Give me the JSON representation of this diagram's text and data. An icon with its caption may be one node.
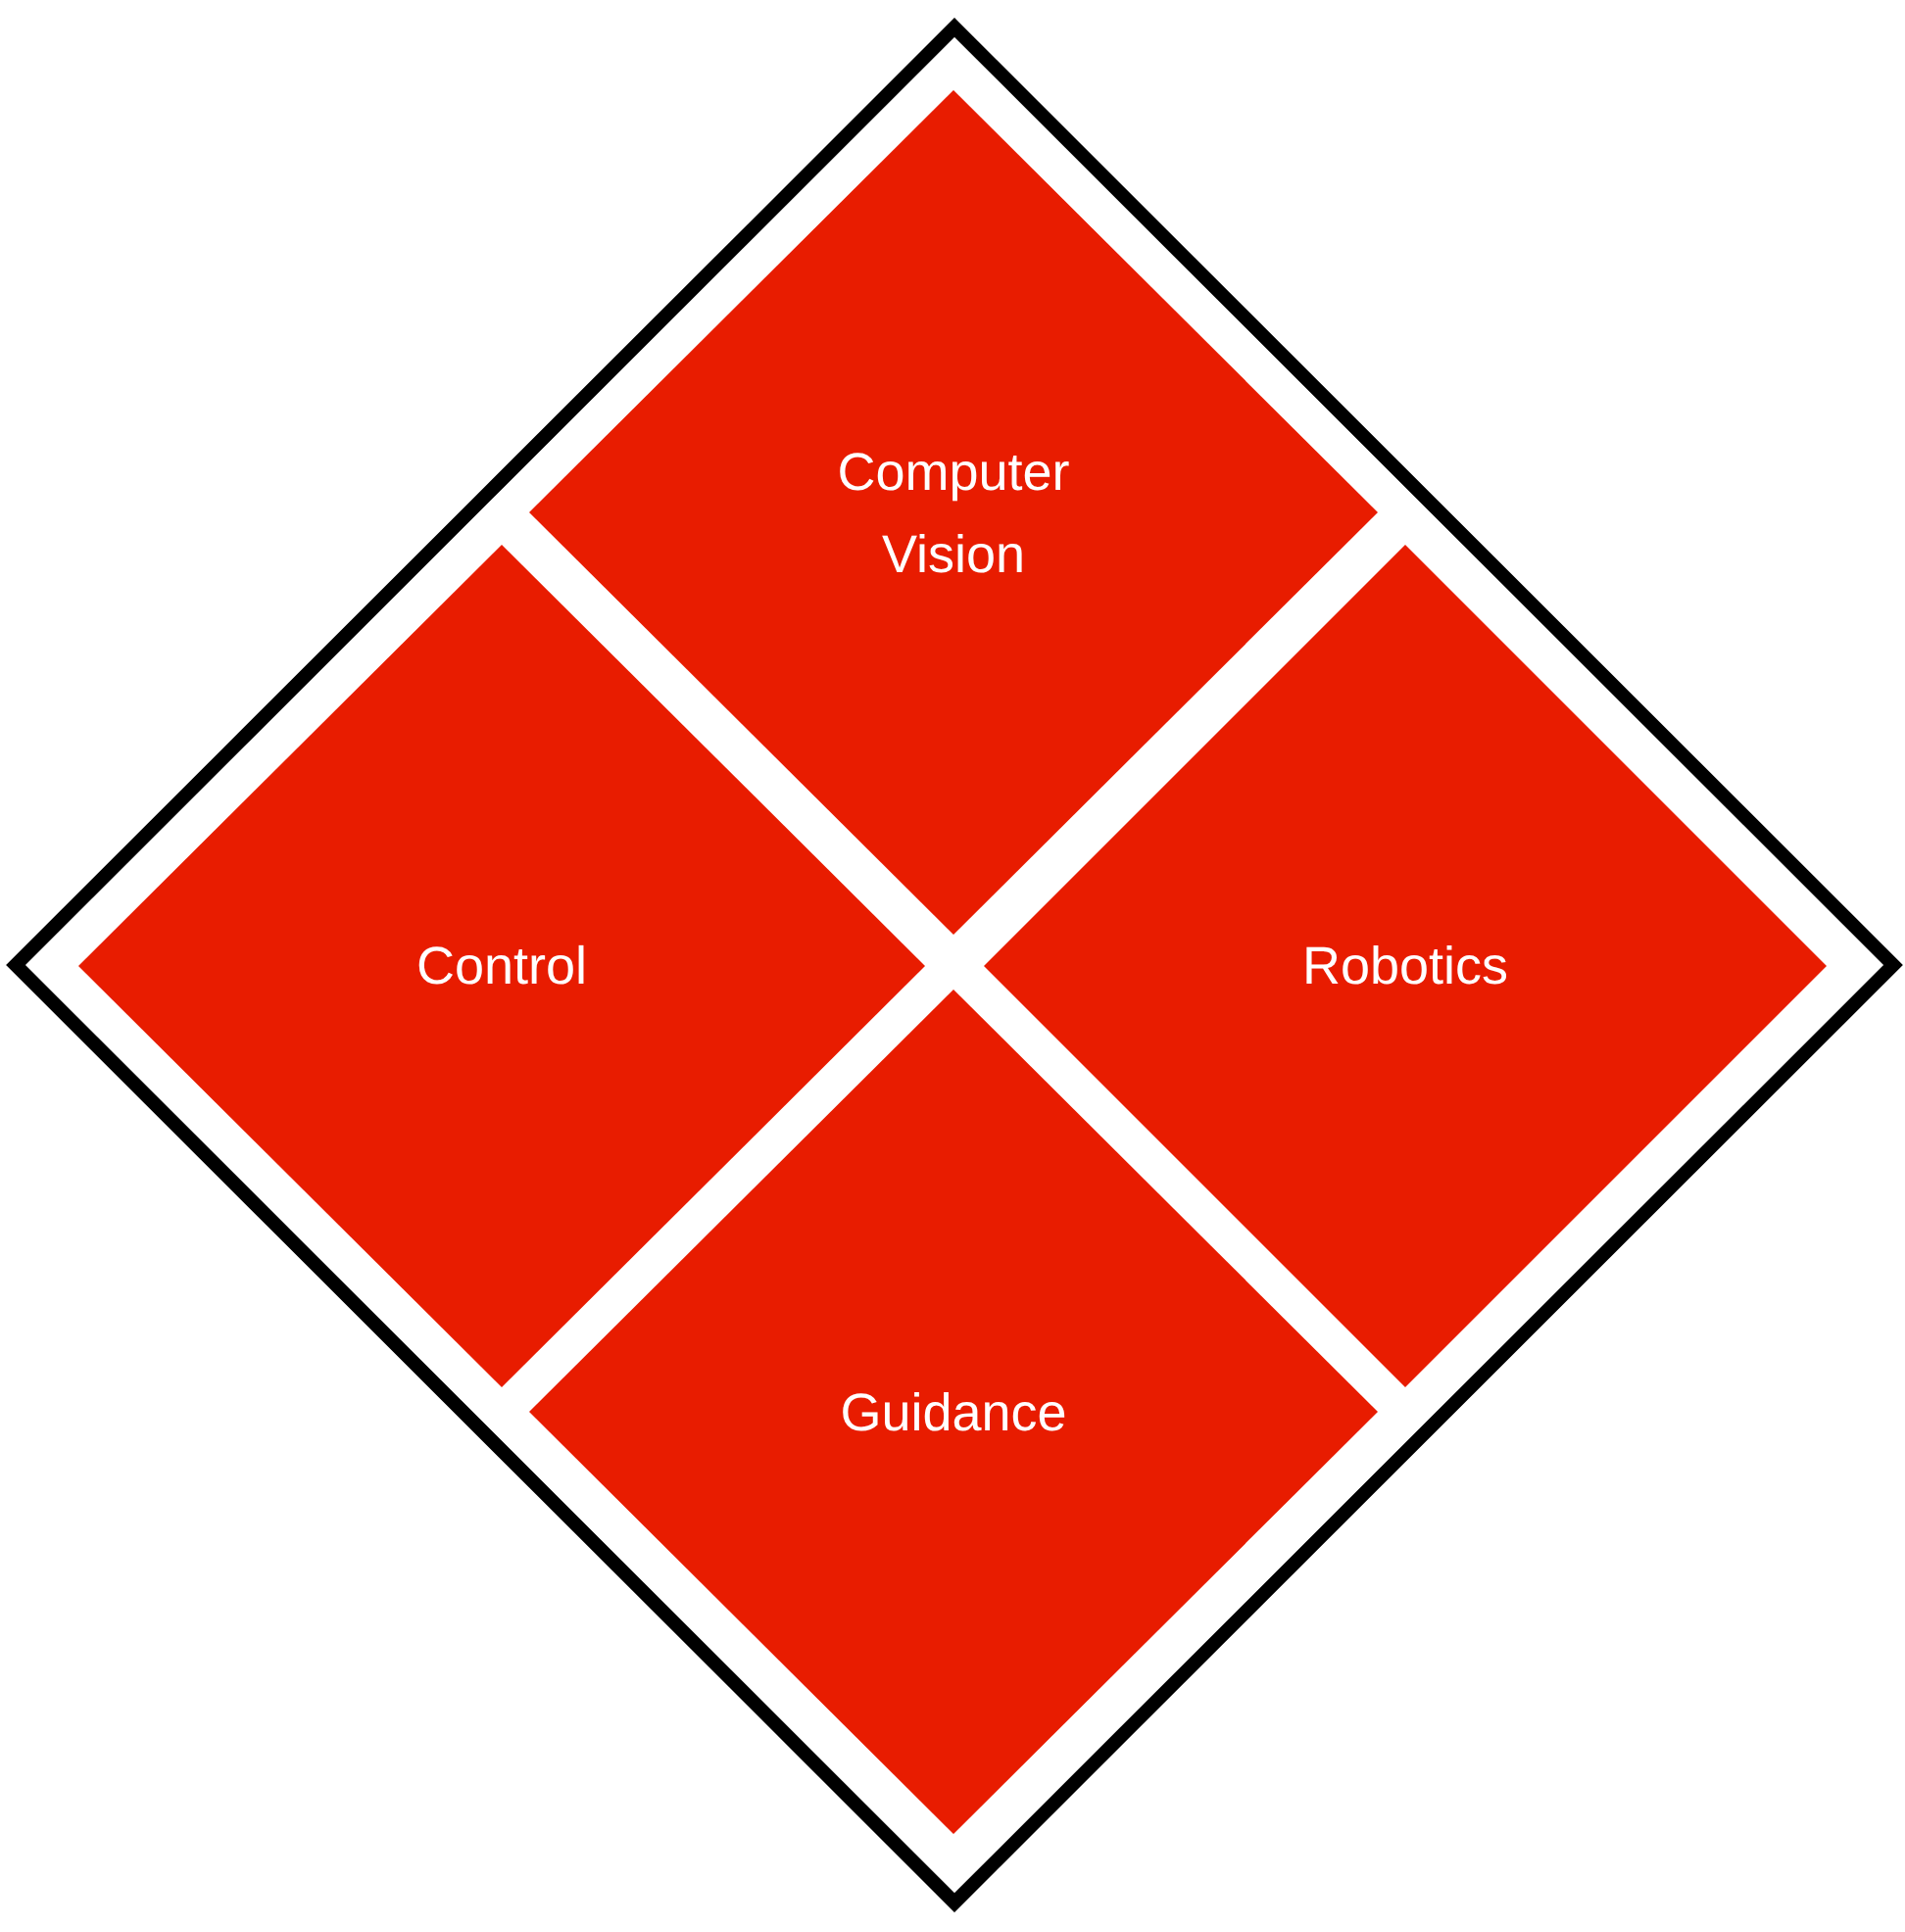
{
  "diagram": {
    "nodes": [
      {
        "text": [],
        "shape": "diamond"
      },
      {
        "text": [
          "Computer Vision"
        ],
        "in": 0
      },
      {
        "text": [
          "Control"
        ],
        "in": 0
      },
      {
        "text": [
          "Robotics"
        ],
        "in": 0
      },
      {
        "text": [
          "Guidance"
        ],
        "in": 0
      }
    ]
  }
}
